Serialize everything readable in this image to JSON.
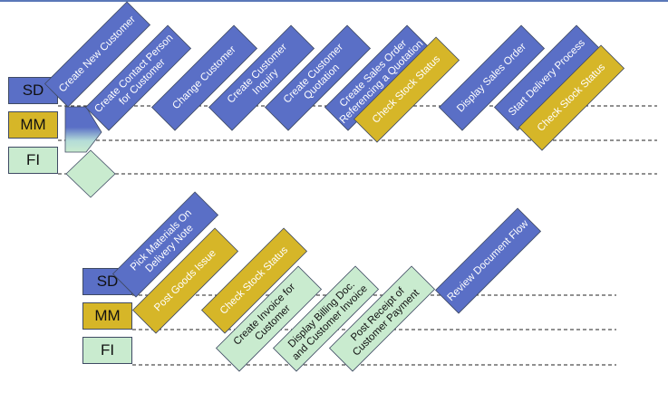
{
  "lanes": {
    "top": [
      "SD",
      "MM",
      "FI"
    ],
    "bottom": [
      "SD",
      "MM",
      "FI"
    ]
  },
  "colors": {
    "SD": "#5a6fc6",
    "MM": "#d6b628",
    "FI": "#c9ebcf",
    "border": "#3f4a63",
    "dashed": "#222222"
  },
  "steps_top": [
    {
      "lane": "SD",
      "lines": [
        "Create New Customer"
      ]
    },
    {
      "lane": "SD",
      "lines": [
        "Create Contact Person",
        "for Customer"
      ]
    },
    {
      "lane": "SD",
      "lines": [
        "Change Customer"
      ]
    },
    {
      "lane": "SD",
      "lines": [
        "Create Customer",
        "Inquiry"
      ]
    },
    {
      "lane": "SD",
      "lines": [
        "Create Customer",
        "Quotation"
      ]
    },
    {
      "lane": "SD",
      "lines": [
        "Create Sales Order",
        "Referencing a Quotation"
      ]
    },
    {
      "lane": "MM",
      "lines": [
        "Check Stock Status"
      ]
    },
    {
      "lane": "SD",
      "lines": [
        "Display Sales Order"
      ]
    },
    {
      "lane": "SD",
      "lines": [
        "Start Delivery Process"
      ]
    },
    {
      "lane": "MM",
      "lines": [
        "Check Stock Status"
      ]
    }
  ],
  "steps_bottom": [
    {
      "lane": "SD",
      "lines": [
        "Pick Materials On",
        "Delivery Note"
      ]
    },
    {
      "lane": "MM",
      "lines": [
        "Post Goods Issue"
      ]
    },
    {
      "lane": "MM",
      "lines": [
        "Check Stock Status"
      ]
    },
    {
      "lane": "FI",
      "lines": [
        "Create Invoice for",
        "Customer"
      ]
    },
    {
      "lane": "FI",
      "lines": [
        "Display Billing Doc.",
        "and Customer Invoice"
      ]
    },
    {
      "lane": "FI",
      "lines": [
        "Post Receipt of",
        "Customer Payment"
      ]
    },
    {
      "lane": "SD",
      "lines": [
        "Review Document Flow"
      ]
    }
  ]
}
